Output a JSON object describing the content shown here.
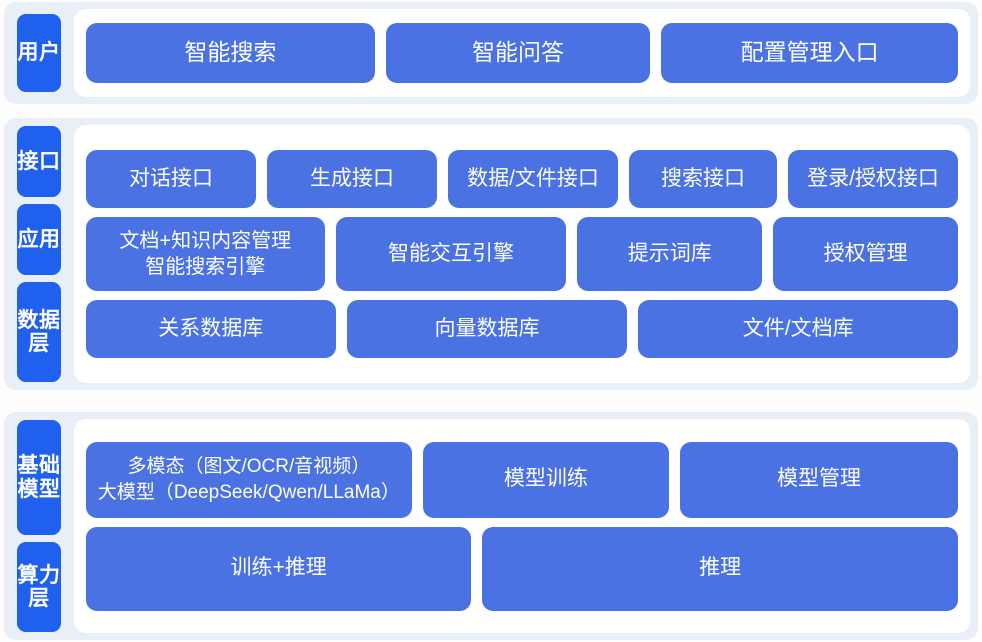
{
  "diagram": {
    "colors": {
      "panel_background": "#e9eff7",
      "card_background": "#ffffff",
      "tab_blue": "#1f60ef",
      "box_blue": "#4a72e3",
      "text_white": "#ffffff",
      "page_background": "#fdfdfd"
    },
    "groups": [
      {
        "id": "user",
        "tabs": [
          {
            "label": "用户"
          }
        ],
        "rows": [
          {
            "id": "user",
            "cells": [
              {
                "label": "智能搜索",
                "flex": 34
              },
              {
                "label": "智能问答",
                "flex": 31
              },
              {
                "label": "配置管理入口",
                "flex": 35
              }
            ]
          }
        ]
      },
      {
        "id": "platform",
        "tabs": [
          {
            "label": "接口"
          },
          {
            "label": "应用"
          },
          {
            "label": "数据层"
          }
        ],
        "rows": [
          {
            "id": "interface",
            "cells": [
              {
                "label": "对话接口",
                "flex": 21
              },
              {
                "label": "生成接口",
                "flex": 21
              },
              {
                "label": "数据/文件接口",
                "flex": 21
              },
              {
                "label": "搜索接口",
                "flex": 18
              },
              {
                "label": "登录/授权接口",
                "flex": 21
              }
            ]
          },
          {
            "id": "app",
            "cells": [
              {
                "label": "文档+知识内容管理\n智能搜索引擎",
                "flex": 29,
                "multiline": true
              },
              {
                "label": "智能交互引擎",
                "flex": 28
              },
              {
                "label": "提示词库",
                "flex": 22
              },
              {
                "label": "授权管理",
                "flex": 22
              }
            ]
          },
          {
            "id": "data",
            "cells": [
              {
                "label": "关系数据库",
                "flex": 30
              },
              {
                "label": "向量数据库",
                "flex": 34
              },
              {
                "label": "文件/文档库",
                "flex": 39
              }
            ]
          }
        ]
      },
      {
        "id": "infra",
        "tabs": [
          {
            "label": "基础模型"
          },
          {
            "label": "算力层"
          }
        ],
        "rows": [
          {
            "id": "model",
            "cells": [
              {
                "label": "多模态（图文/OCR/音视频）\n大模型（DeepSeek/Qwen/LLaMa）",
                "flex": 39,
                "multiline": true
              },
              {
                "label": "模型训练",
                "flex": 29
              },
              {
                "label": "模型管理",
                "flex": 33
              }
            ]
          },
          {
            "id": "compute",
            "cells": [
              {
                "label": "训练+推理",
                "flex": 45
              },
              {
                "label": "推理",
                "flex": 56
              }
            ]
          }
        ]
      }
    ]
  }
}
